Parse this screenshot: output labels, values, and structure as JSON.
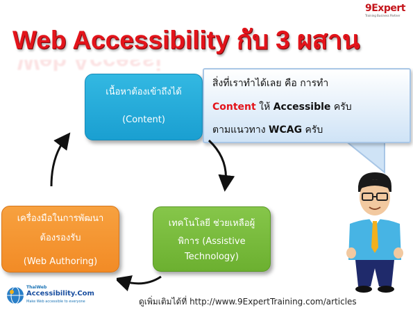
{
  "logo": {
    "brand": "9Expert",
    "tagline": "Training Business Partner"
  },
  "title": "Web Accessibility กับ 3 ผสาน",
  "boxes": {
    "content": {
      "line1": "เนื้อหาต้องเข้าถึงได้",
      "line2": "(Content)"
    },
    "assistive": {
      "line1": "เทคโนโลยี ช่วยเหลือผู้",
      "line2": "พิการ (Assistive",
      "line3": "Technology)"
    },
    "authoring": {
      "line1": "เครื่องมือในการพัฒนา",
      "line2": "ต้องรองรับ",
      "line3": "(Web Authoring)"
    }
  },
  "bubble": {
    "line1": "สิ่งที่เราทำได้เลย คือ การทำ",
    "line2_red": "Content",
    "line2_mid": " ให้ ",
    "line2_bold": "Accessible",
    "line2_end": " ครับ",
    "line3_a": "ตามแนวทาง ",
    "line3_bold": "WCAG",
    "line3_end": " ครับ"
  },
  "footer": {
    "url_text": "ดูเพิ่มเติมได้ที่ http://www.9ExpertTraining.com/articles",
    "brand_small": "ThaiWeb",
    "brand": "Accessibility.Com",
    "brand_tag": "Make Web accessible to everyone"
  },
  "colors": {
    "title_red": "#e3141b",
    "content_blue": "#1a9fd1",
    "assist_green": "#6cb030",
    "author_orange": "#f28b26",
    "bubble_border": "#a8c6e6"
  }
}
